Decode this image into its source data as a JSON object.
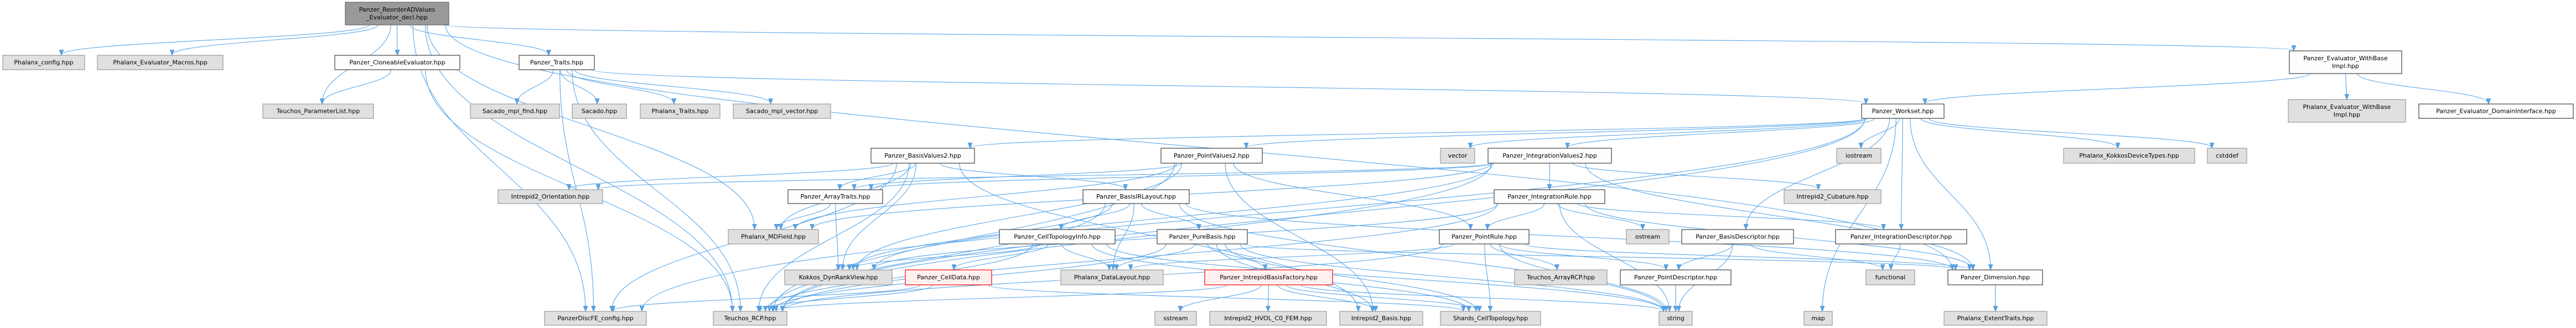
{
  "graph": {
    "nodes": {
      "main": [
        "Panzer_ReorderADValues",
        "_Evaluator_decl.hpp"
      ],
      "phalanx_config": [
        "Phalanx_config.hpp"
      ],
      "phalanx_macros": [
        "Phalanx_Evaluator_Macros.hpp"
      ],
      "cloneable": [
        "Panzer_CloneableEvaluator.hpp"
      ],
      "traits": [
        "Panzer_Traits.hpp"
      ],
      "paramlist": [
        "Teuchos_ParameterList.hpp"
      ],
      "sacado_mpl_find": [
        "Sacado_mpl_find.hpp"
      ],
      "sacado": [
        "Sacado.hpp"
      ],
      "phalanx_traits": [
        "Phalanx_Traits.hpp"
      ],
      "sacado_mpl_vector": [
        "Sacado_mpl_vector.hpp"
      ],
      "withbase": [
        "Panzer_Evaluator_WithBase",
        "Impl.hpp"
      ],
      "workset": [
        "Panzer_Workset.hpp"
      ],
      "phalanx_withbase": [
        "Phalanx_Evaluator_WithBase",
        "Impl.hpp"
      ],
      "domain_iface": [
        "Panzer_Evaluator_DomainInterface.hpp"
      ],
      "basisvalues2": [
        "Panzer_BasisValues2.hpp"
      ],
      "pointvalues2": [
        "Panzer_PointValues2.hpp"
      ],
      "vector": [
        "vector"
      ],
      "intvalues2": [
        "Panzer_IntegrationValues2.hpp"
      ],
      "iostream": [
        "iostream"
      ],
      "kokkos_devtypes": [
        "Phalanx_KokkosDeviceTypes.hpp"
      ],
      "cstddef": [
        "cstddef"
      ],
      "orientation": [
        "Intrepid2_Orientation.hpp"
      ],
      "arraytraits": [
        "Panzer_ArrayTraits.hpp"
      ],
      "basisirlayout": [
        "Panzer_BasisIRLayout.hpp"
      ],
      "intrule": [
        "Panzer_IntegrationRule.hpp"
      ],
      "cubature": [
        "Intrepid2_Cubature.hpp"
      ],
      "mdfield": [
        "Phalanx_MDField.hpp"
      ],
      "celltopoinfo": [
        "Panzer_CellTopologyInfo.hpp"
      ],
      "purebasis": [
        "Panzer_PureBasis.hpp"
      ],
      "pointrule": [
        "Panzer_PointRule.hpp"
      ],
      "ostream": [
        "ostream"
      ],
      "basisdesc": [
        "Panzer_BasisDescriptor.hpp"
      ],
      "intdesc": [
        "Panzer_IntegrationDescriptor.hpp"
      ],
      "dynrankview": [
        "Kokkos_DynRankView.hpp"
      ],
      "celldata": [
        "Panzer_CellData.hpp"
      ],
      "datalayout": [
        "Phalanx_DataLayout.hpp"
      ],
      "basisfactory": [
        "Panzer_IntrepidBasisFactory.hpp"
      ],
      "arrayrcp": [
        "Teuchos_ArrayRCP.hpp"
      ],
      "pointdesc": [
        "Panzer_PointDescriptor.hpp"
      ],
      "functional": [
        "functional"
      ],
      "dimension": [
        "Panzer_Dimension.hpp"
      ],
      "discfe_config": [
        "PanzerDiscFE_config.hpp"
      ],
      "rcp": [
        "Teuchos_RCP.hpp"
      ],
      "sstream": [
        "sstream"
      ],
      "hvol": [
        "Intrepid2_HVOL_C0_FEM.hpp"
      ],
      "intrepid_basis": [
        "Intrepid2_Basis.hpp"
      ],
      "shards": [
        "Shards_CellTopology.hpp"
      ],
      "string": [
        "string"
      ],
      "map": [
        "map"
      ],
      "extenttraits": [
        "Phalanx_ExtentTraits.hpp"
      ]
    }
  }
}
